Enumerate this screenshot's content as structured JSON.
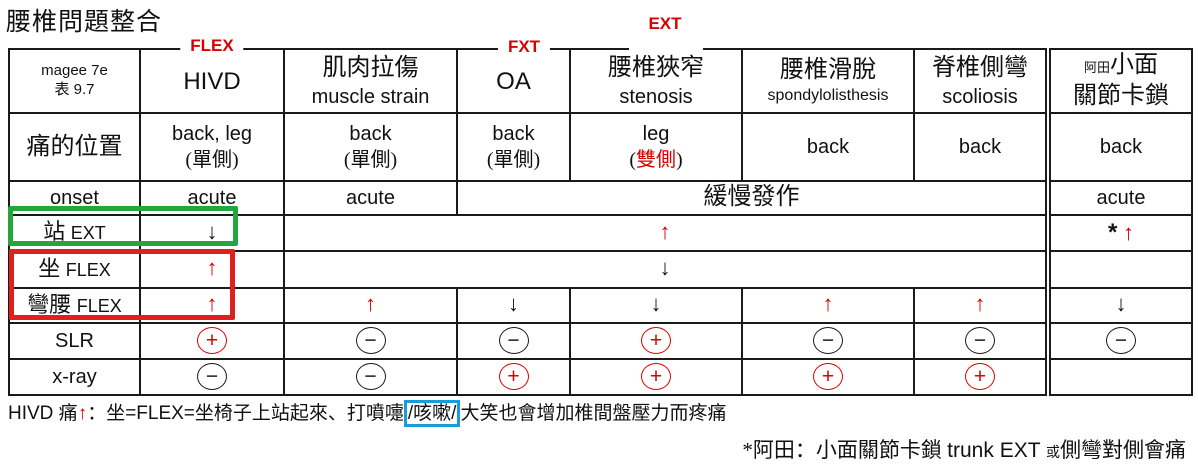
{
  "title": "腰椎問題整合",
  "top_labels": {
    "flex": "FLEX",
    "fxt": "FXT",
    "ext": "EXT"
  },
  "table": {
    "source": {
      "line1": "magee 7e",
      "line2": "表 9.7"
    },
    "headers": {
      "hivd": "HIVD",
      "strain_zh": "肌肉拉傷",
      "strain_en": "muscle strain",
      "oa": "OA",
      "stenosis_zh": "腰椎狹窄",
      "stenosis_en": "stenosis",
      "spondy_zh": "腰椎滑脫",
      "spondy_en": "spondylolisthesis",
      "scoliosis_zh": "脊椎側彎",
      "scoliosis_en": "scoliosis",
      "facet_small": "阿田",
      "facet_zh1": "小面",
      "facet_zh2": "關節卡鎖"
    },
    "pain": {
      "label": "痛的位置",
      "hivd_l1": "back, leg",
      "hivd_l2": "(單側)",
      "strain_l1": "back",
      "strain_l2": "(單側)",
      "oa_l1": "back",
      "oa_l2": "(單側)",
      "sten_l1": "leg",
      "sten_pre": "(",
      "sten_red": "雙側",
      "sten_post": ")",
      "spondy": "back",
      "scoliosis": "back",
      "facet": "back"
    },
    "onset": {
      "label": "onset",
      "hivd": "acute",
      "strain": "acute",
      "merged": "緩慢發作",
      "facet": "acute"
    },
    "stand_ext": {
      "label_zh": "站",
      "label_en": "EXT",
      "hivd": "↓",
      "merged": "↑",
      "facet_star": "*",
      "facet_arrow": "↑"
    },
    "sit_flex": {
      "label_zh": "坐",
      "label_en": "FLEX",
      "hivd": "↑",
      "merged": "↓"
    },
    "bend_flex": {
      "label_zh": "彎腰",
      "label_en": "FLEX",
      "hivd": "↑",
      "strain": "↑",
      "oa": "↓",
      "sten": "↓",
      "spondy": "↑",
      "scoliosis": "↑",
      "facet": "↓"
    },
    "slr": {
      "label": "SLR",
      "hivd": "+",
      "strain": "−",
      "oa": "−",
      "sten": "+",
      "spondy": "−",
      "scoliosis": "−",
      "facet": "−"
    },
    "xray": {
      "label": "x-ray",
      "hivd": "−",
      "strain": "−",
      "oa": "+",
      "sten": "+",
      "spondy": "+",
      "scoliosis": "+"
    }
  },
  "footnotes": {
    "line1_pre": "HIVD 痛",
    "line1_arrow": "↑",
    "line1_mid": "：坐=FLEX=坐椅子上站起來、打噴嚏",
    "line1_boxed": "/咳嗽/",
    "line1_post": "大笑也會增加椎間盤壓力而疼痛",
    "line2_part1": "*阿田：小面關節卡鎖 ",
    "line2_latin": "trunk EXT ",
    "line2_small": "或",
    "line2_part2": "側彎對側會痛"
  },
  "colors": {
    "text_red": "#d90000",
    "annotation_green": "#21a73c",
    "annotation_red": "#e01f1f",
    "annotation_blue": "#1a9cd9",
    "line_black": "#1a1a1a"
  }
}
